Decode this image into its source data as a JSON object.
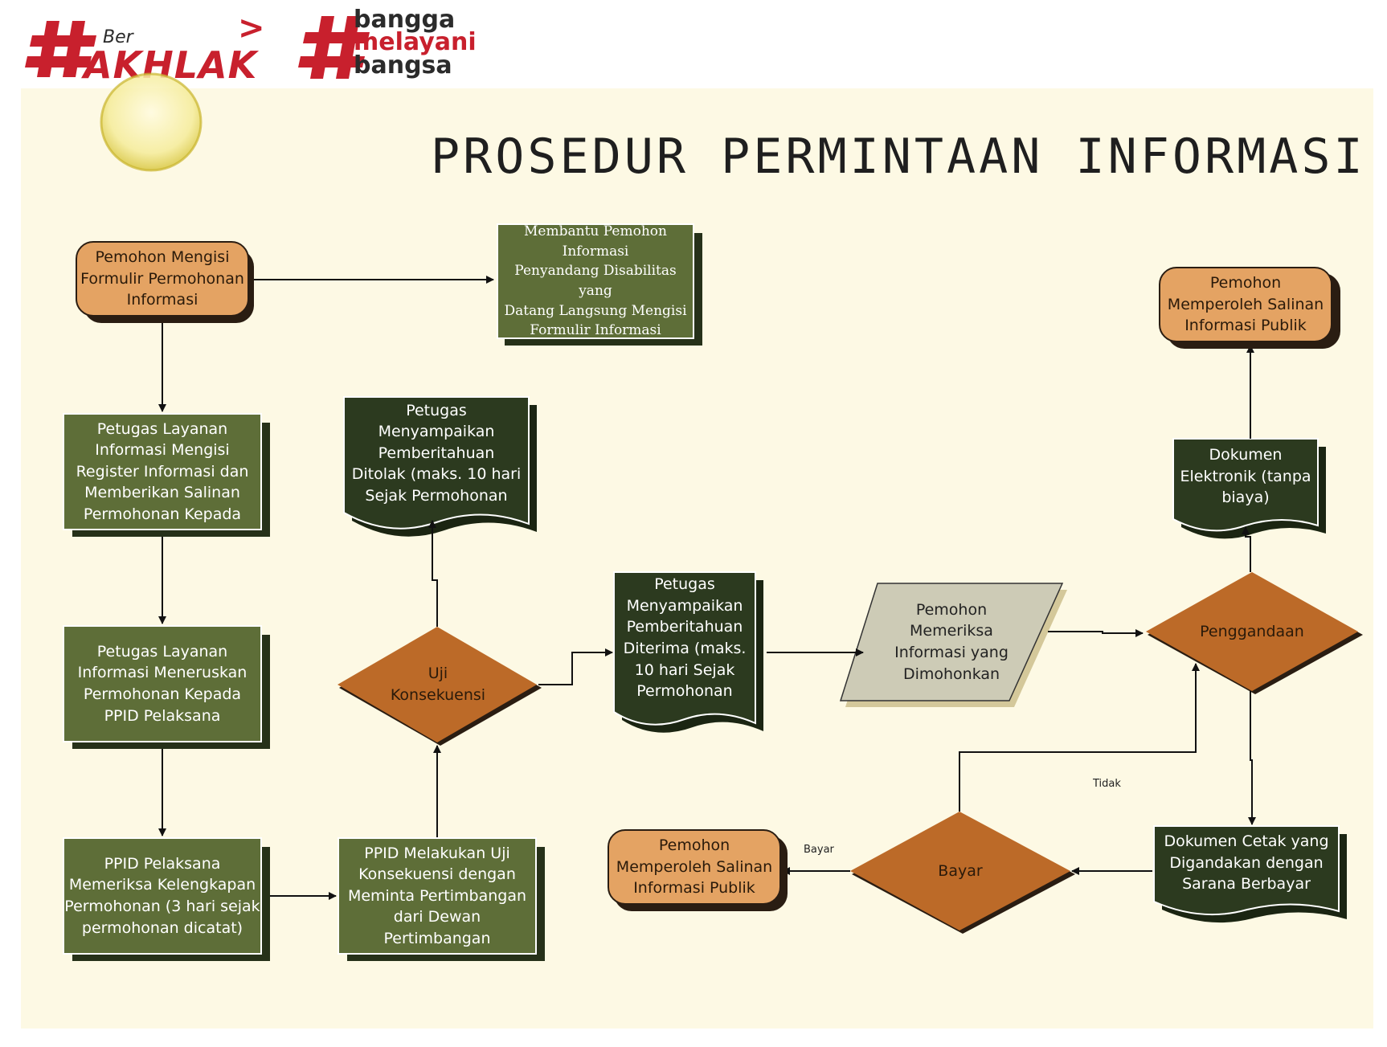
{
  "logos": {
    "berakhlak_prefix": "Ber",
    "berakhlak_word": "AKHLAK",
    "bangga_lines": [
      "bangga",
      "melayani",
      "bangsa"
    ]
  },
  "title": "PROSEDUR PERMINTAAN INFORMASI",
  "nodes": {
    "mengisi_formulir": "Pemohon Mengisi\nFormulir Permohonan\nInformasi",
    "membantu_disabilitas": "Membantu Pemohon Informasi\nPenyandang Disabilitas yang\nDatang Langsung Mengisi\nFormulir Informasi",
    "register": "Petugas Layanan\nInformasi Mengisi\nRegister Informasi dan\nMemberikan Salinan\nPermohonan Kepada",
    "meneruskan": "Petugas Layanan\nInformasi Meneruskan\nPermohonan Kepada\nPPID Pelaksana",
    "memeriksa_kelengkapan": "PPID Pelaksana\nMemeriksa Kelengkapan\nPermohonan (3 hari sejak\npermohonan dicatat)",
    "uji_pertimbangan": "PPID Melakukan Uji\nKonsekuensi dengan\nMeminta Pertimbangan\ndari Dewan\nPertimbangan",
    "uji_konsekuensi": "Uji\nKonsekuensi",
    "ditolak": "Petugas\nMenyampaikan\nPemberitahuan\nDitolak (maks. 10 hari\nSejak Permohonan",
    "diterima": "Petugas\nMenyampaikan\nPemberitahuan\nDiterima  (maks.\n10 hari Sejak\nPermohonan",
    "memeriksa_informasi": "Pemohon\nMemeriksa\nInformasi yang\nDimohonkan",
    "penggandaan": "Penggandaan",
    "dokumen_elektronik": "Dokumen\nElektronik (tanpa\nbiaya)",
    "salinan_top": "Pemohon\nMemperoleh Salinan\nInformasi Publik",
    "dokumen_cetak": "Dokumen Cetak yang\nDigandakan dengan\nSarana Berbayar",
    "bayar": "Bayar",
    "salinan_bottom": "Pemohon\nMemperoleh Salinan\nInformasi Publik"
  },
  "edge_labels": {
    "tidak": "Tidak",
    "bayar": "Bayar"
  },
  "colors": {
    "panel": "#fdf9e4",
    "green": "#5e6e38",
    "dark_green": "#263119",
    "orange": "#e4a363",
    "brown": "#bc6a28",
    "grey": "#cdcbb6",
    "brand_red": "#c8202d"
  }
}
